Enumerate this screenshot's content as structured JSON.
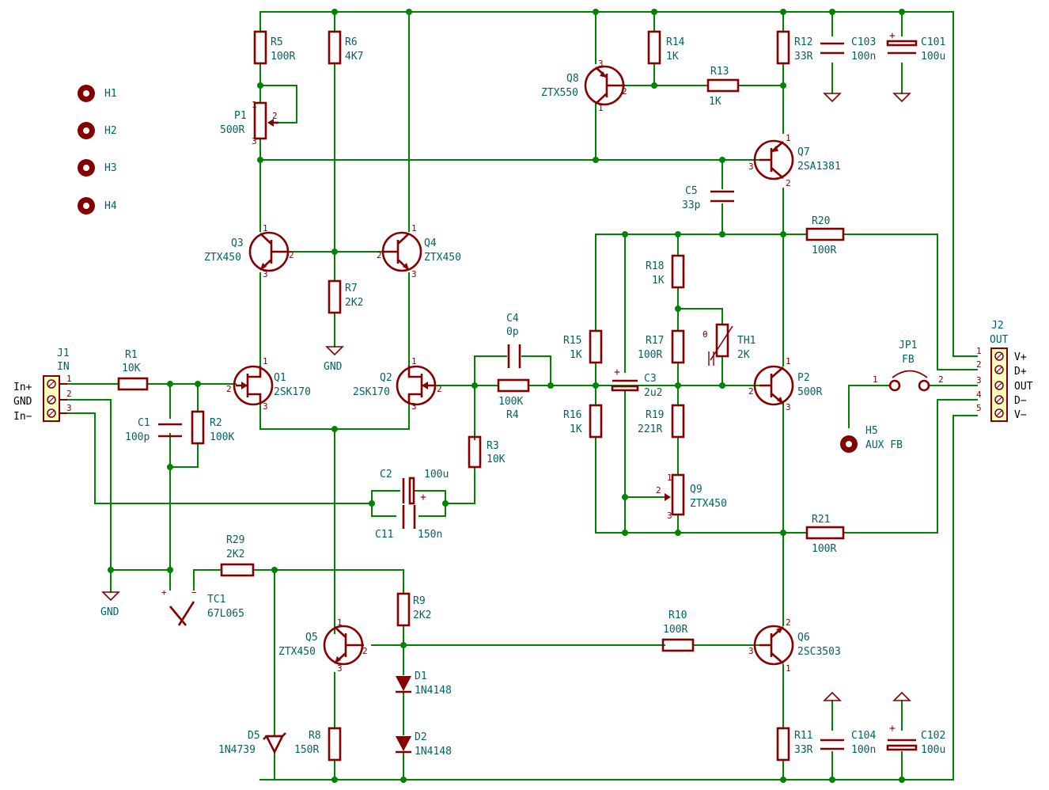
{
  "parts": [
    {
      "ref": "R5",
      "value": "100R"
    },
    {
      "ref": "R6",
      "value": "4K7"
    },
    {
      "ref": "P1",
      "value": "500R"
    },
    {
      "ref": "Q3",
      "value": "ZTX450"
    },
    {
      "ref": "Q4",
      "value": "ZTX450"
    },
    {
      "ref": "R7",
      "value": "2K2"
    },
    {
      "ref": "Q1",
      "value": "2SK170"
    },
    {
      "ref": "Q2",
      "value": "2SK170"
    },
    {
      "ref": "R1",
      "value": "10K"
    },
    {
      "ref": "C1",
      "value": "100p"
    },
    {
      "ref": "R2",
      "value": "100K"
    },
    {
      "ref": "C4",
      "value": "0p"
    },
    {
      "ref": "R4",
      "value": "100K"
    },
    {
      "ref": "R3",
      "value": "10K"
    },
    {
      "ref": "C2",
      "value": "100u"
    },
    {
      "ref": "C11",
      "value": "150n"
    },
    {
      "ref": "R29",
      "value": "2K2"
    },
    {
      "ref": "TC1",
      "value": "67L065"
    },
    {
      "ref": "Q5",
      "value": "ZTX450"
    },
    {
      "ref": "R9",
      "value": "2K2"
    },
    {
      "ref": "D1",
      "value": "1N4148"
    },
    {
      "ref": "D2",
      "value": "1N4148"
    },
    {
      "ref": "D5",
      "value": "1N4739"
    },
    {
      "ref": "R8",
      "value": "150R"
    },
    {
      "ref": "R10",
      "value": "100R"
    },
    {
      "ref": "Q6",
      "value": "2SC3503"
    },
    {
      "ref": "R11",
      "value": "33R"
    },
    {
      "ref": "C104",
      "value": "100n"
    },
    {
      "ref": "C102",
      "value": "100u"
    },
    {
      "ref": "Q8",
      "value": "ZTX550"
    },
    {
      "ref": "R14",
      "value": "1K"
    },
    {
      "ref": "R13",
      "value": "1K"
    },
    {
      "ref": "R12",
      "value": "33R"
    },
    {
      "ref": "C103",
      "value": "100n"
    },
    {
      "ref": "C101",
      "value": "100u"
    },
    {
      "ref": "Q7",
      "value": "2SA1381"
    },
    {
      "ref": "C5",
      "value": "33p"
    },
    {
      "ref": "R20",
      "value": "100R"
    },
    {
      "ref": "R18",
      "value": "1K"
    },
    {
      "ref": "R15",
      "value": "1K"
    },
    {
      "ref": "R17",
      "value": "100R"
    },
    {
      "ref": "TH1",
      "value": "2K"
    },
    {
      "ref": "C3",
      "value": "2u2"
    },
    {
      "ref": "R16",
      "value": "1K"
    },
    {
      "ref": "R19",
      "value": "221R"
    },
    {
      "ref": "Q9",
      "value": "ZTX450"
    },
    {
      "ref": "P2",
      "value": "500R"
    },
    {
      "ref": "R21",
      "value": "100R"
    },
    {
      "ref": "JP1",
      "value": "FB"
    },
    {
      "ref": "H5",
      "value": "AUX FB"
    }
  ],
  "holes": [
    "H1",
    "H2",
    "H3",
    "H4"
  ],
  "j1": {
    "ref": "J1",
    "value": "IN",
    "pins": [
      "In+",
      "GND",
      "In−"
    ],
    "nums": [
      "1",
      "2",
      "3"
    ]
  },
  "j2": {
    "ref": "J2",
    "value": "OUT",
    "pins": [
      "V+",
      "D+",
      "OUT",
      "D−",
      "V−"
    ],
    "nums": [
      "1",
      "2",
      "3",
      "4",
      "5"
    ]
  },
  "gnd": {
    "label": "GND"
  },
  "tc1_pins": {
    "plus": "+",
    "minus": "−"
  },
  "pin_numbers": {
    "one": "1",
    "two": "2",
    "three": "3"
  },
  "colors": {
    "wire": "#008400",
    "component": "#840000",
    "text": "#006464"
  }
}
